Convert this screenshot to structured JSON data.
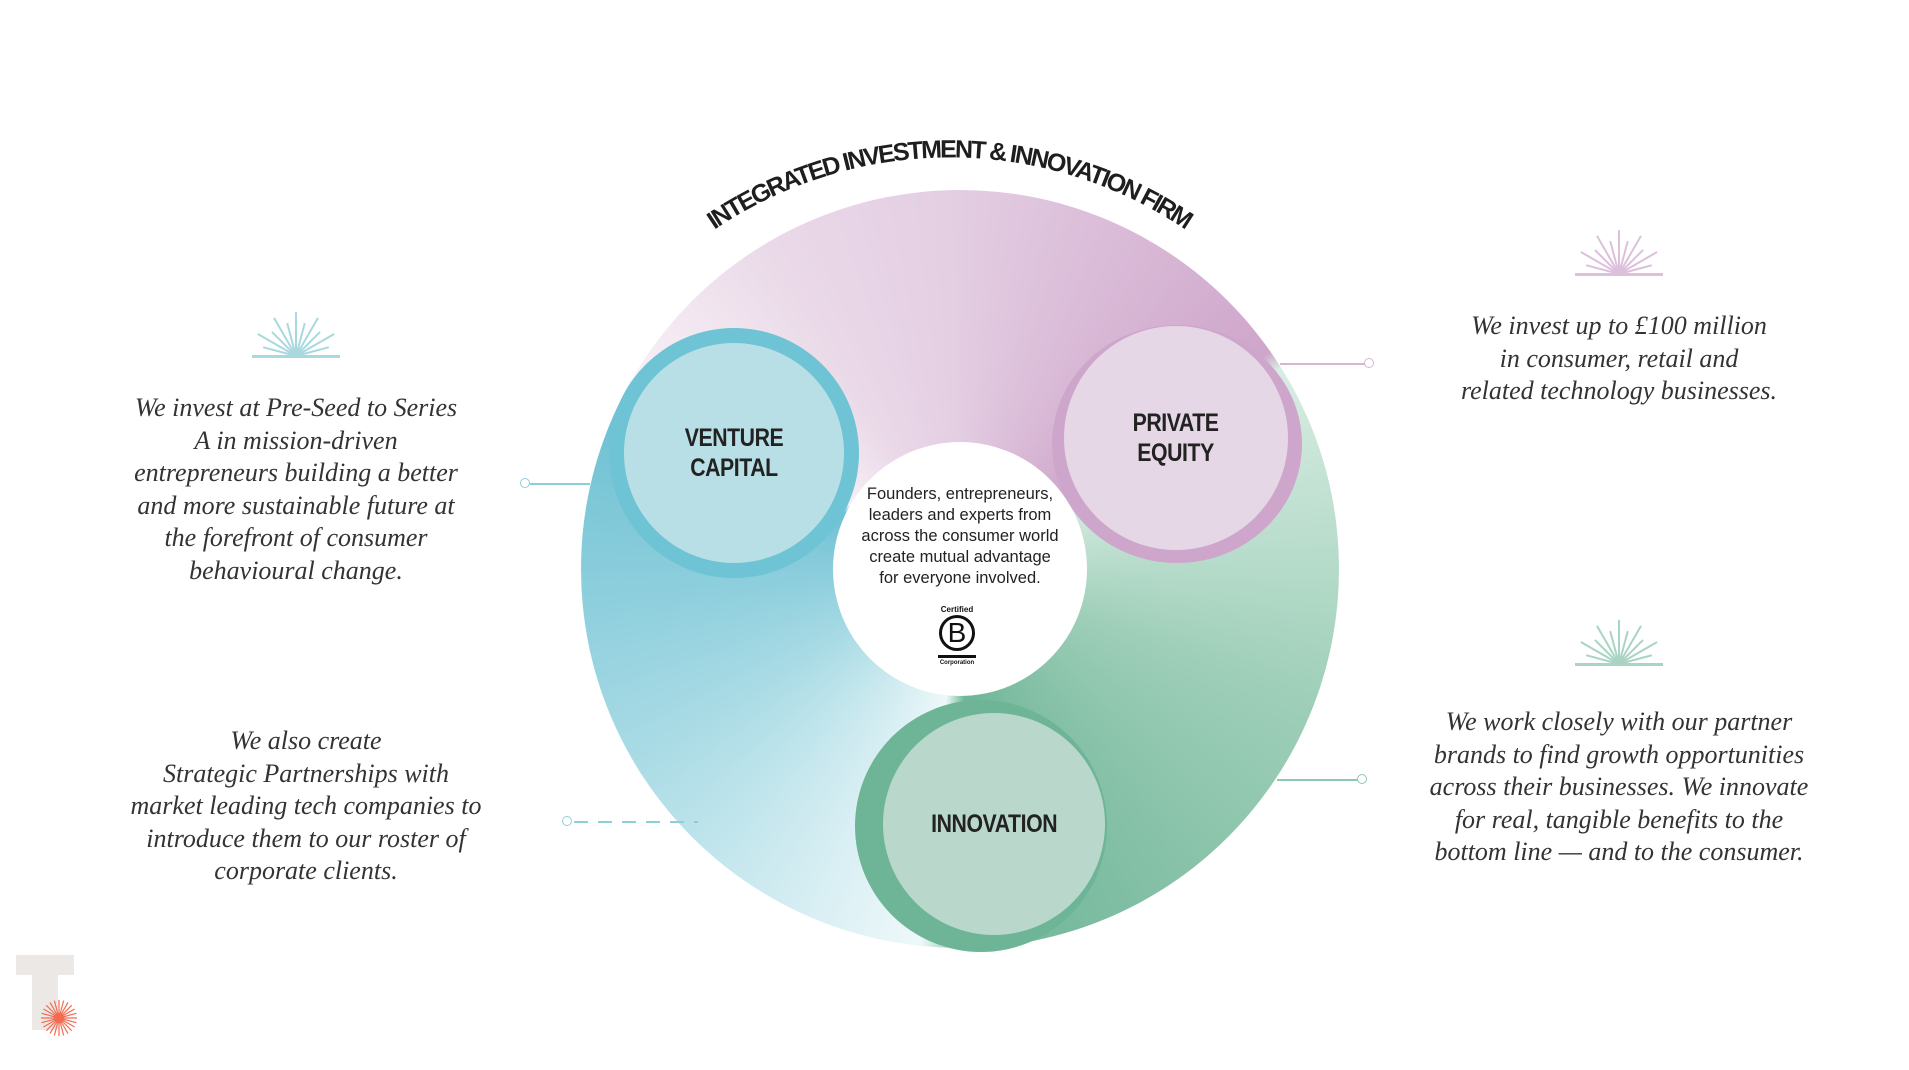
{
  "title": "INTEGRATED INVESTMENT & INNOVATION FIRM",
  "center": {
    "text": [
      "Founders, entrepreneurs,",
      "leaders and experts from",
      "across the consumer world",
      "create mutual advantage",
      "for everyone involved."
    ],
    "badge": {
      "top": "Certified",
      "letter": "B",
      "bottom": "Corporation"
    }
  },
  "segments": {
    "venture_capital": {
      "label": [
        "VENTURE",
        "CAPITAL"
      ],
      "color": "#6ec3d4"
    },
    "private_equity": {
      "label": [
        "PRIVATE",
        "EQUITY"
      ],
      "color": "#cfa6cb"
    },
    "innovation": {
      "label": [
        "INNOVATION"
      ],
      "color": "#6db596"
    }
  },
  "descriptions": {
    "venture_capital": [
      "We invest at Pre-Seed to Series",
      "A in mission-driven",
      "entrepreneurs building a better",
      "and more sustainable future at",
      "the forefront of consumer",
      "behavioural change."
    ],
    "private_equity": [
      "We invest up to £100 million",
      "in consumer, retail and",
      "related technology businesses."
    ],
    "innovation": [
      "We work closely with our partner",
      "brands to find growth opportunities",
      "across their businesses. We innovate",
      "for real, tangible benefits to the",
      "bottom line — and to the consumer."
    ],
    "partnerships": [
      "We also create",
      "Strategic Partnerships with",
      "market leading tech companies to",
      "introduce them to our roster of",
      "corporate clients."
    ]
  },
  "icons": {
    "sunburst": "sunburst-icon",
    "logo": "t-logo-icon"
  }
}
